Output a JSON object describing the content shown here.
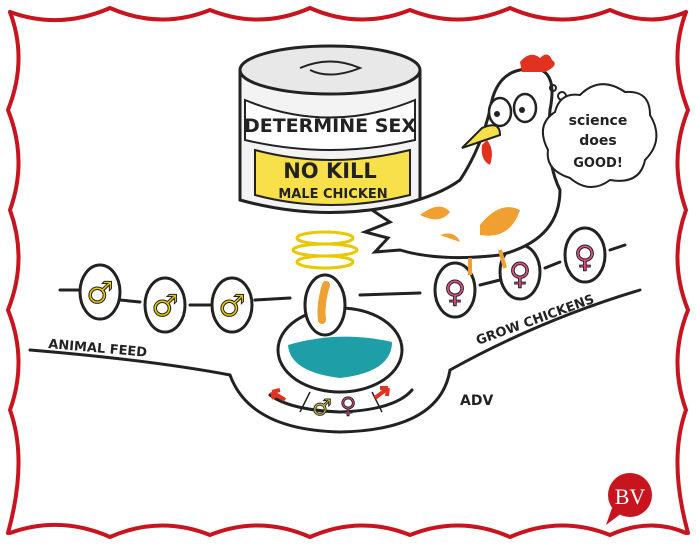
{
  "machine": {
    "top_label": "DETERMINE SEX",
    "line1": "NO KILL",
    "line2": "MALE CHICKEN"
  },
  "thought_bubble": {
    "line1": "science",
    "line2": "does",
    "line3": "GOOD!"
  },
  "track": {
    "left_label": "ANIMAL FEED",
    "right_label": "GROW CHICKENS"
  },
  "signature": "ADV",
  "logo": "BV",
  "symbols": {
    "male": "♂",
    "female": "♀"
  },
  "colors": {
    "border": "#c8141e",
    "yolk_yellow": "#f7e04a",
    "teal": "#1e9fa8",
    "orange": "#f0a030",
    "pink": "#e8508c",
    "comb_red": "#e0321e"
  }
}
